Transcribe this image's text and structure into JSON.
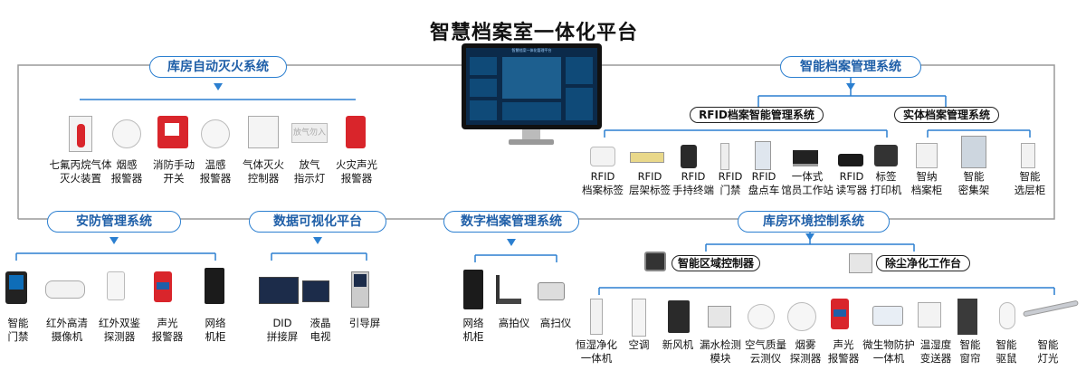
{
  "title": "智慧档案室一体化平台",
  "monitor_screen_text": "智慧档案一体化管理平台",
  "colors": {
    "accent": "#2b7fd0",
    "line_gray": "#9a9a9a",
    "alarm_red": "#d9252b"
  },
  "categories": {
    "fire": "库房自动灭火系统",
    "archive_mgmt": "智能档案管理系统",
    "security": "安防管理系统",
    "visual": "数据可视化平台",
    "digital": "数字档案管理系统",
    "env": "库房环境控制系统"
  },
  "subsystems": {
    "rfid": "RFID档案智能管理系统",
    "physical": "实体档案管理系统",
    "zone_ctrl": "智能区域控制器",
    "dust": "除尘净化工作台"
  },
  "fire_items": [
    {
      "l1": "七氟丙烷气体",
      "l2": "灭火装置",
      "icon": "gas-cabinet-icon"
    },
    {
      "l1": "烟感",
      "l2": "报警器",
      "icon": "smoke-detector-icon"
    },
    {
      "l1": "消防手动",
      "l2": "开关",
      "icon": "manual-fire-switch-icon"
    },
    {
      "l1": "温感",
      "l2": "报警器",
      "icon": "heat-detector-icon"
    },
    {
      "l1": "气体灭火",
      "l2": "控制器",
      "icon": "gas-controller-icon"
    },
    {
      "l1": "放气",
      "l2": "指示灯",
      "icon": "release-indicator-icon"
    },
    {
      "l1": "火灾声光",
      "l2": "报警器",
      "icon": "fire-alarm-icon"
    }
  ],
  "rfid_sign": "放气勿入",
  "rfid_items": [
    {
      "l1": "RFID",
      "l2": "档案标签",
      "icon": "rfid-tag-roll-icon"
    },
    {
      "l1": "RFID",
      "l2": "层架标签",
      "icon": "shelf-tag-icon"
    },
    {
      "l1": "RFID",
      "l2": "手持终端",
      "icon": "handheld-terminal-icon"
    },
    {
      "l1": "RFID",
      "l2": "门禁",
      "icon": "rfid-gate-icon"
    },
    {
      "l1": "RFID",
      "l2": "盘点车",
      "icon": "inventory-cart-icon"
    },
    {
      "l1": "一体式",
      "l2": "馆员工作站",
      "icon": "laptop-icon"
    },
    {
      "l1": "RFID",
      "l2": "读写器",
      "icon": "rfid-reader-icon"
    },
    {
      "l1": "标签",
      "l2": "打印机",
      "icon": "label-printer-icon"
    }
  ],
  "physical_items": [
    {
      "l1": "智纳",
      "l2": "档案柜",
      "icon": "archive-cabinet-icon"
    },
    {
      "l1": "智能",
      "l2": "密集架",
      "icon": "compact-shelf-icon"
    },
    {
      "l1": "智能",
      "l2": "选层柜",
      "icon": "layer-cabinet-icon"
    }
  ],
  "security_items": [
    {
      "l1": "智能",
      "l2": "门禁",
      "icon": "access-terminal-icon"
    },
    {
      "l1": "红外高清",
      "l2": "摄像机",
      "icon": "camera-icon"
    },
    {
      "l1": "红外双鉴",
      "l2": "探测器",
      "icon": "dual-detector-icon"
    },
    {
      "l1": "声光",
      "l2": "报警器",
      "icon": "strobe-alarm-icon"
    },
    {
      "l1": "网络",
      "l2": "机柜",
      "icon": "network-cabinet-icon"
    }
  ],
  "visual_items": [
    {
      "l1": "DID",
      "l2": "拼接屏",
      "icon": "video-wall-icon"
    },
    {
      "l1": "液晶",
      "l2": "电视",
      "icon": "lcd-tv-icon"
    },
    {
      "l1": "引导屏",
      "l2": "",
      "icon": "kiosk-icon"
    }
  ],
  "digital_items": [
    {
      "l1": "网络",
      "l2": "机柜",
      "icon": "server-rack-icon"
    },
    {
      "l1": "高拍仪",
      "l2": "",
      "icon": "document-camera-icon"
    },
    {
      "l1": "高扫仪",
      "l2": "",
      "icon": "scanner-icon"
    }
  ],
  "env_items": [
    {
      "l1": "恒湿净化",
      "l2": "一体机",
      "icon": "humidity-unit-icon"
    },
    {
      "l1": "空调",
      "l2": "",
      "icon": "air-conditioner-icon"
    },
    {
      "l1": "新风机",
      "l2": "",
      "icon": "fresh-air-icon"
    },
    {
      "l1": "漏水检测",
      "l2": "模块",
      "icon": "leak-detector-icon"
    },
    {
      "l1": "空气质量",
      "l2": "云测仪",
      "icon": "air-quality-icon"
    },
    {
      "l1": "烟雾",
      "l2": "探测器",
      "icon": "smoke-sensor-icon"
    },
    {
      "l1": "声光",
      "l2": "报警器",
      "icon": "env-strobe-icon"
    },
    {
      "l1": "微生物防护",
      "l2": "一体机",
      "icon": "microbe-unit-icon"
    },
    {
      "l1": "温湿度",
      "l2": "变送器",
      "icon": "thermo-hygrometer-icon"
    },
    {
      "l1": "智能",
      "l2": "窗帘",
      "icon": "curtain-icon"
    },
    {
      "l1": "智能",
      "l2": "驱鼠",
      "icon": "rodent-repeller-icon"
    },
    {
      "l1": "智能",
      "l2": "灯光",
      "icon": "led-tube-icon"
    }
  ]
}
